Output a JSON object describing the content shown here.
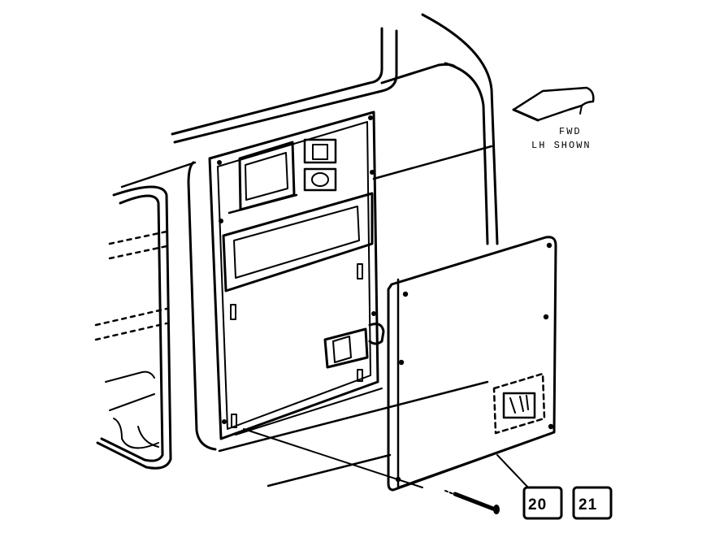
{
  "orientation": {
    "line1": "FWD",
    "line2": "LH SHOWN",
    "icon": "forward-arrow-icon"
  },
  "callouts": [
    {
      "label": "20"
    },
    {
      "label": "21"
    }
  ],
  "colors": {
    "ink": "#000000",
    "paper": "#ffffff"
  }
}
